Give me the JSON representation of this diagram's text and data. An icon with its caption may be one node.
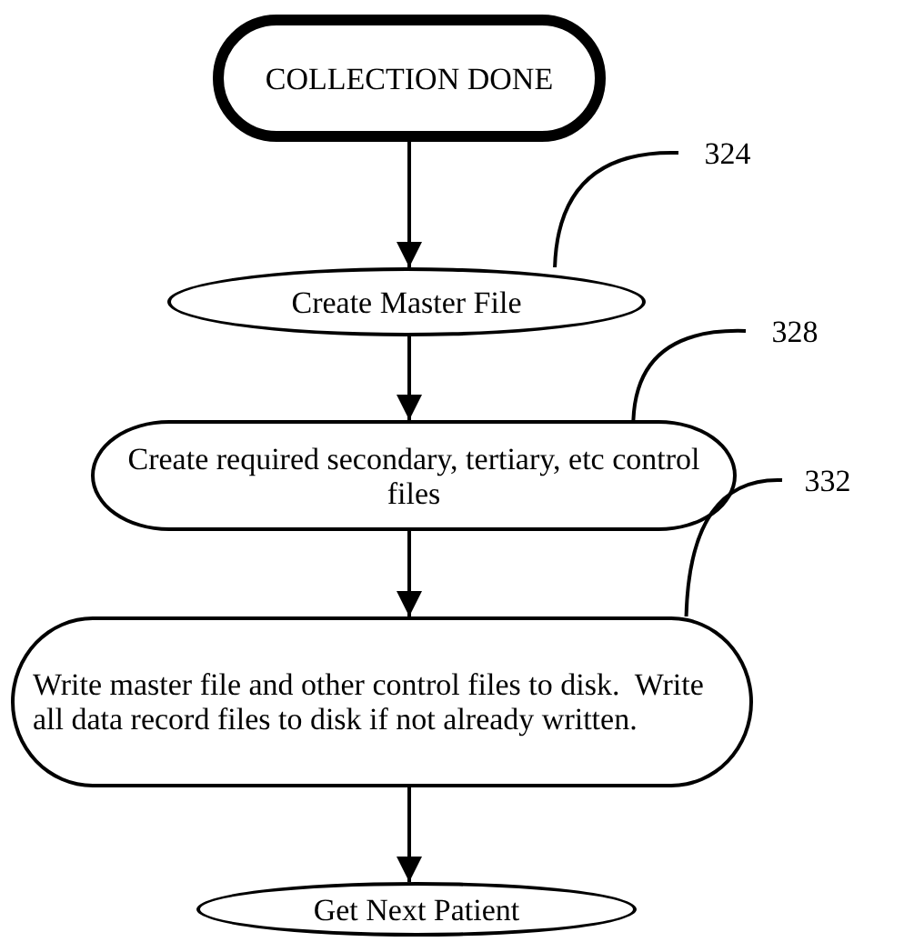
{
  "diagram": {
    "nodes": [
      {
        "text": [
          "COLLECTION DONE"
        ]
      },
      {
        "text": [
          "Create Master File"
        ]
      },
      {
        "text": [
          "Create required secondary, tertiary, etc control files"
        ]
      },
      {
        "text": [
          "Write master file and other control files to disk.  Write all data record files to disk if not already written."
        ]
      },
      {
        "text": [
          "Get Next Patient"
        ]
      },
      {
        "text": [
          "324"
        ]
      },
      {
        "text": [
          "328"
        ]
      },
      {
        "text": [
          "332"
        ]
      }
    ],
    "edges": [
      {
        "from": 0,
        "to": 1,
        "arrow": "to"
      },
      {
        "from": 1,
        "to": 2,
        "arrow": "to"
      },
      {
        "from": 2,
        "to": 3,
        "arrow": "to"
      },
      {
        "from": 3,
        "to": 4,
        "arrow": "to"
      },
      {
        "from": 5,
        "to": 1,
        "arrow": "none"
      },
      {
        "from": 6,
        "to": 2,
        "arrow": "none"
      },
      {
        "from": 7,
        "to": 3,
        "arrow": "none"
      }
    ]
  }
}
